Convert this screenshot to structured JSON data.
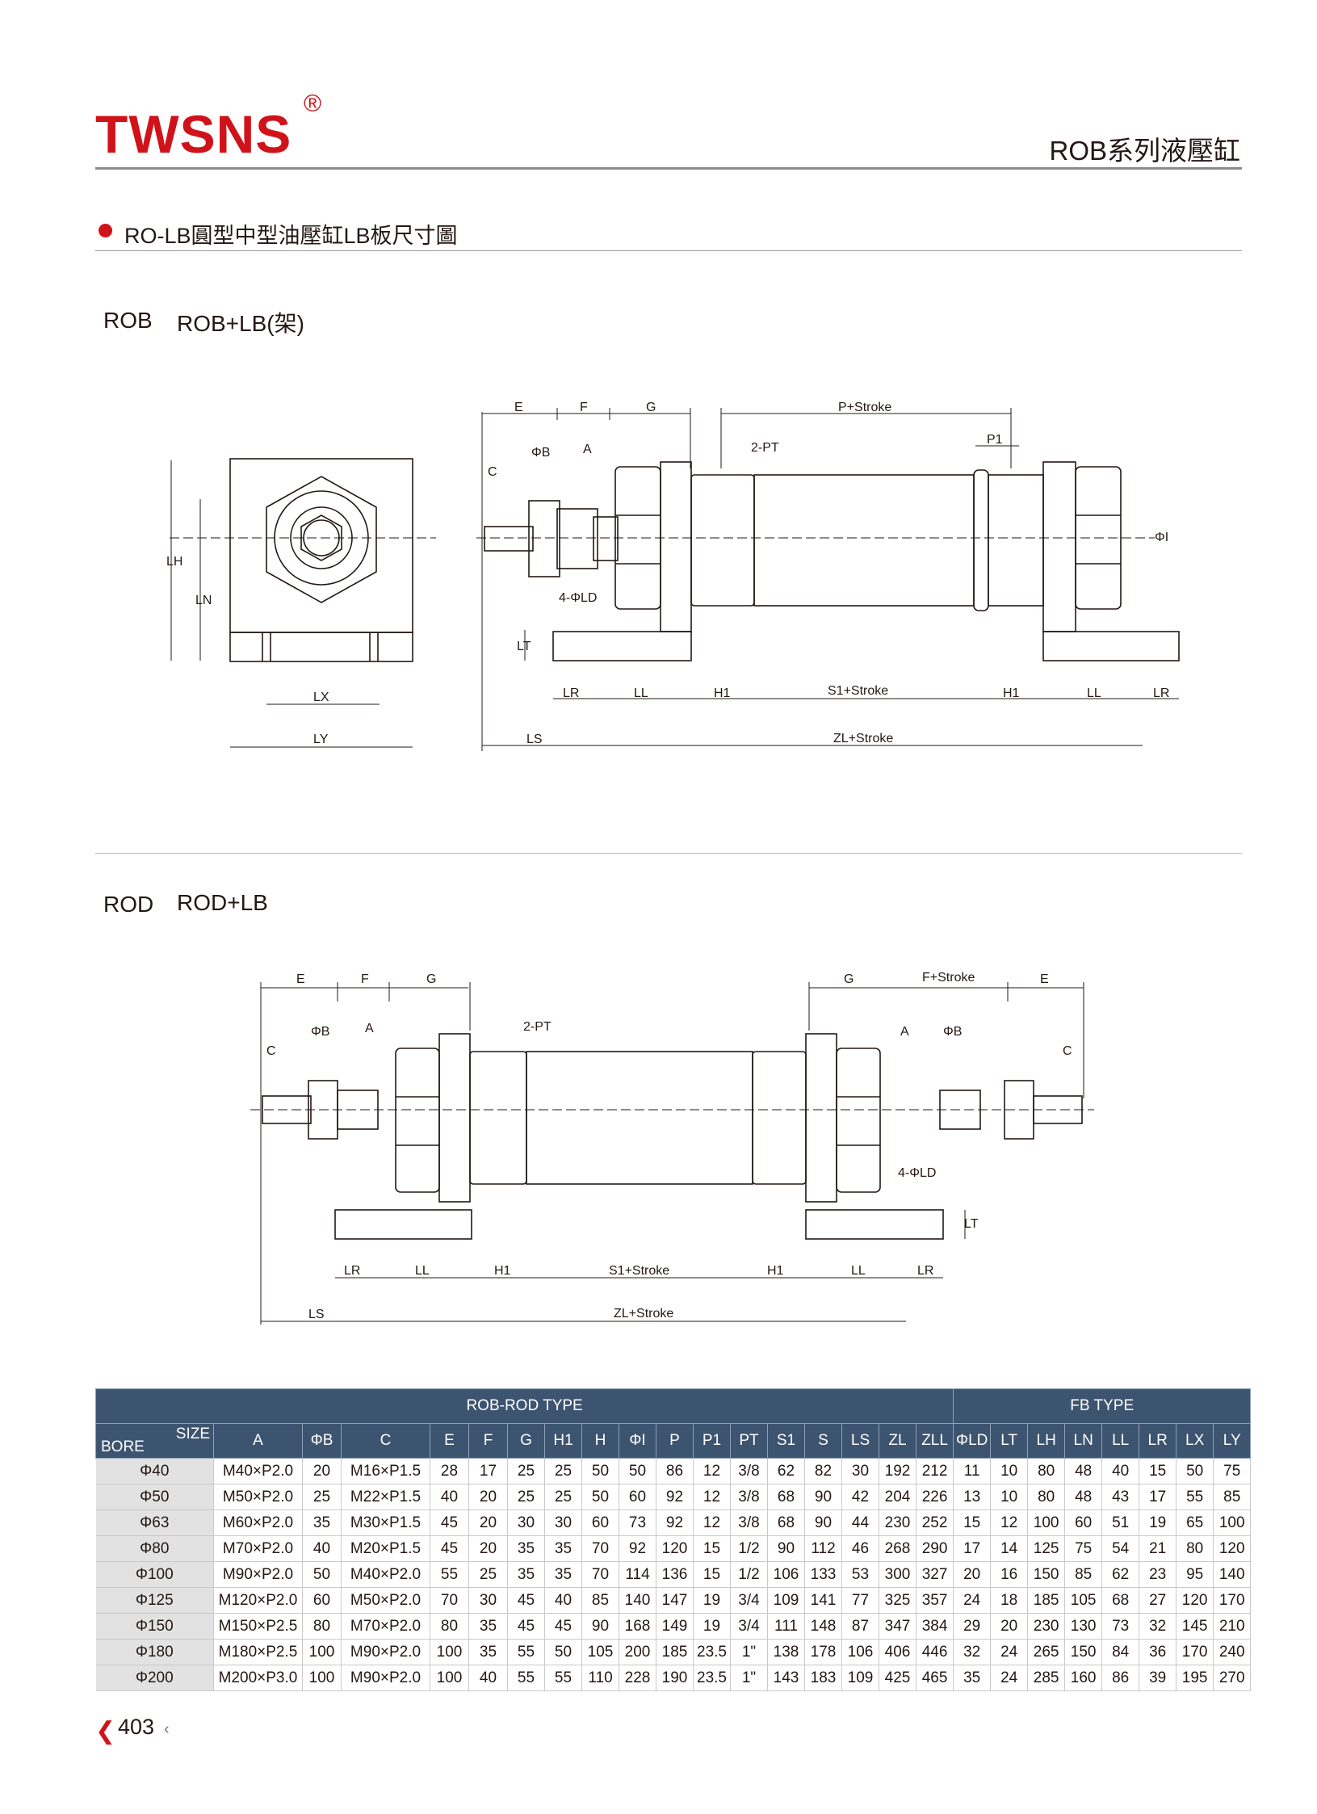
{
  "header": {
    "logo": "TWSNS",
    "registered": "®",
    "series_title": "ROB系列液壓缸"
  },
  "section_title": "RO-LB圓型中型油壓缸LB板尺寸圖",
  "models": [
    {
      "code": "ROB",
      "name": "ROB+LB(架)"
    },
    {
      "code": "ROD",
      "name": "ROD+LB"
    }
  ],
  "labels": {
    "E": "E",
    "F": "F",
    "G": "G",
    "P_stroke": "P+Stroke",
    "F_stroke": "F+Stroke",
    "P1": "P1",
    "PT": "2-PT",
    "PhiB": "ΦB",
    "A": "A",
    "C": "C",
    "PhiI": "ΦI",
    "LD": "4-ΦLD",
    "LT": "LT",
    "LR": "LR",
    "LL": "LL",
    "H1": "H1",
    "S1_stroke": "S1+Stroke",
    "LS": "LS",
    "ZL_stroke": "ZL+Stroke",
    "LH": "LH",
    "LN": "LN",
    "LX": "LX",
    "LY": "LY"
  },
  "table": {
    "group_rob": "ROB-ROD TYPE",
    "group_fb": "FB TYPE",
    "corner_size": "SIZE",
    "corner_bore": "BORE",
    "columns": [
      "A",
      "ΦB",
      "C",
      "E",
      "F",
      "G",
      "H1",
      "H",
      "ΦI",
      "P",
      "P1",
      "PT",
      "S1",
      "S",
      "LS",
      "ZL",
      "ZLL",
      "ΦLD",
      "LT",
      "LH",
      "LN",
      "LL",
      "LR",
      "LX",
      "LY"
    ],
    "rows": [
      [
        "Φ40",
        "M40×P2.0",
        "20",
        "M16×P1.5",
        "28",
        "17",
        "25",
        "25",
        "50",
        "50",
        "86",
        "12",
        "3/8",
        "62",
        "82",
        "30",
        "192",
        "212",
        "11",
        "10",
        "80",
        "48",
        "40",
        "15",
        "50",
        "75"
      ],
      [
        "Φ50",
        "M50×P2.0",
        "25",
        "M22×P1.5",
        "40",
        "20",
        "25",
        "25",
        "50",
        "60",
        "92",
        "12",
        "3/8",
        "68",
        "90",
        "42",
        "204",
        "226",
        "13",
        "10",
        "80",
        "48",
        "43",
        "17",
        "55",
        "85"
      ],
      [
        "Φ63",
        "M60×P2.0",
        "35",
        "M30×P1.5",
        "45",
        "20",
        "30",
        "30",
        "60",
        "73",
        "92",
        "12",
        "3/8",
        "68",
        "90",
        "44",
        "230",
        "252",
        "15",
        "12",
        "100",
        "60",
        "51",
        "19",
        "65",
        "100"
      ],
      [
        "Φ80",
        "M70×P2.0",
        "40",
        "M20×P1.5",
        "45",
        "20",
        "35",
        "35",
        "70",
        "92",
        "120",
        "15",
        "1/2",
        "90",
        "112",
        "46",
        "268",
        "290",
        "17",
        "14",
        "125",
        "75",
        "54",
        "21",
        "80",
        "120"
      ],
      [
        "Φ100",
        "M90×P2.0",
        "50",
        "M40×P2.0",
        "55",
        "25",
        "35",
        "35",
        "70",
        "114",
        "136",
        "15",
        "1/2",
        "106",
        "133",
        "53",
        "300",
        "327",
        "20",
        "16",
        "150",
        "85",
        "62",
        "23",
        "95",
        "140"
      ],
      [
        "Φ125",
        "M120×P2.0",
        "60",
        "M50×P2.0",
        "70",
        "30",
        "45",
        "40",
        "85",
        "140",
        "147",
        "19",
        "3/4",
        "109",
        "141",
        "77",
        "325",
        "357",
        "24",
        "18",
        "185",
        "105",
        "68",
        "27",
        "120",
        "170"
      ],
      [
        "Φ150",
        "M150×P2.5",
        "80",
        "M70×P2.0",
        "80",
        "35",
        "45",
        "45",
        "90",
        "168",
        "149",
        "19",
        "3/4",
        "111",
        "148",
        "87",
        "347",
        "384",
        "29",
        "20",
        "230",
        "130",
        "73",
        "32",
        "145",
        "210"
      ],
      [
        "Φ180",
        "M180×P2.5",
        "100",
        "M90×P2.0",
        "100",
        "35",
        "55",
        "50",
        "105",
        "200",
        "185",
        "23.5",
        "1\"",
        "138",
        "178",
        "106",
        "406",
        "446",
        "32",
        "24",
        "265",
        "150",
        "84",
        "36",
        "170",
        "240"
      ],
      [
        "Φ200",
        "M200×P3.0",
        "100",
        "M90×P2.0",
        "100",
        "40",
        "55",
        "55",
        "110",
        "228",
        "190",
        "23.5",
        "1\"",
        "143",
        "183",
        "109",
        "425",
        "465",
        "35",
        "24",
        "285",
        "160",
        "86",
        "39",
        "195",
        "270"
      ]
    ]
  },
  "footer": {
    "page_number": "403"
  }
}
